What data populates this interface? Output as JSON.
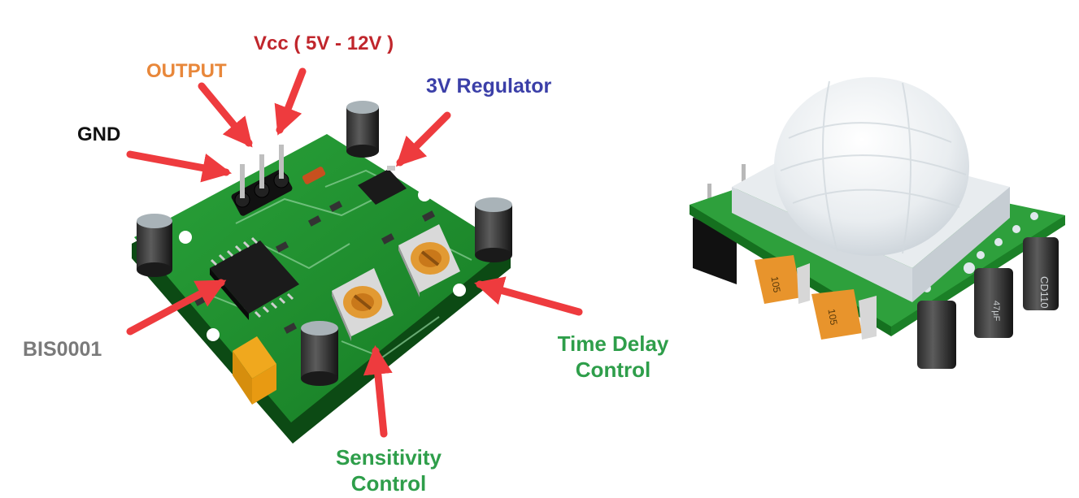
{
  "labels": {
    "vcc": "Vcc ( 5V - 12V )",
    "output": "OUTPUT",
    "gnd": "GND",
    "regulator": "3V Regulator",
    "bis": "BIS0001",
    "time_delay_line1": "Time Delay",
    "time_delay_line2": "Control",
    "sensitivity_line1": "Sensitivity",
    "sensitivity_line2": "Control"
  },
  "component_markings": {
    "cap_right_1": "CD110",
    "cap_right_2": "47μF",
    "pot_right_1": "105",
    "pot_right_2": "105"
  },
  "colors": {
    "vcc": "#c0262c",
    "output": "#e8873a",
    "gnd": "#111111",
    "regulator": "#3b3fa8",
    "bis": "#7a7a7a",
    "control": "#2e9e4a",
    "arrow": "#ee3b3e",
    "pcb": "#1f8a2e",
    "pcb_dark": "#136a1f"
  }
}
